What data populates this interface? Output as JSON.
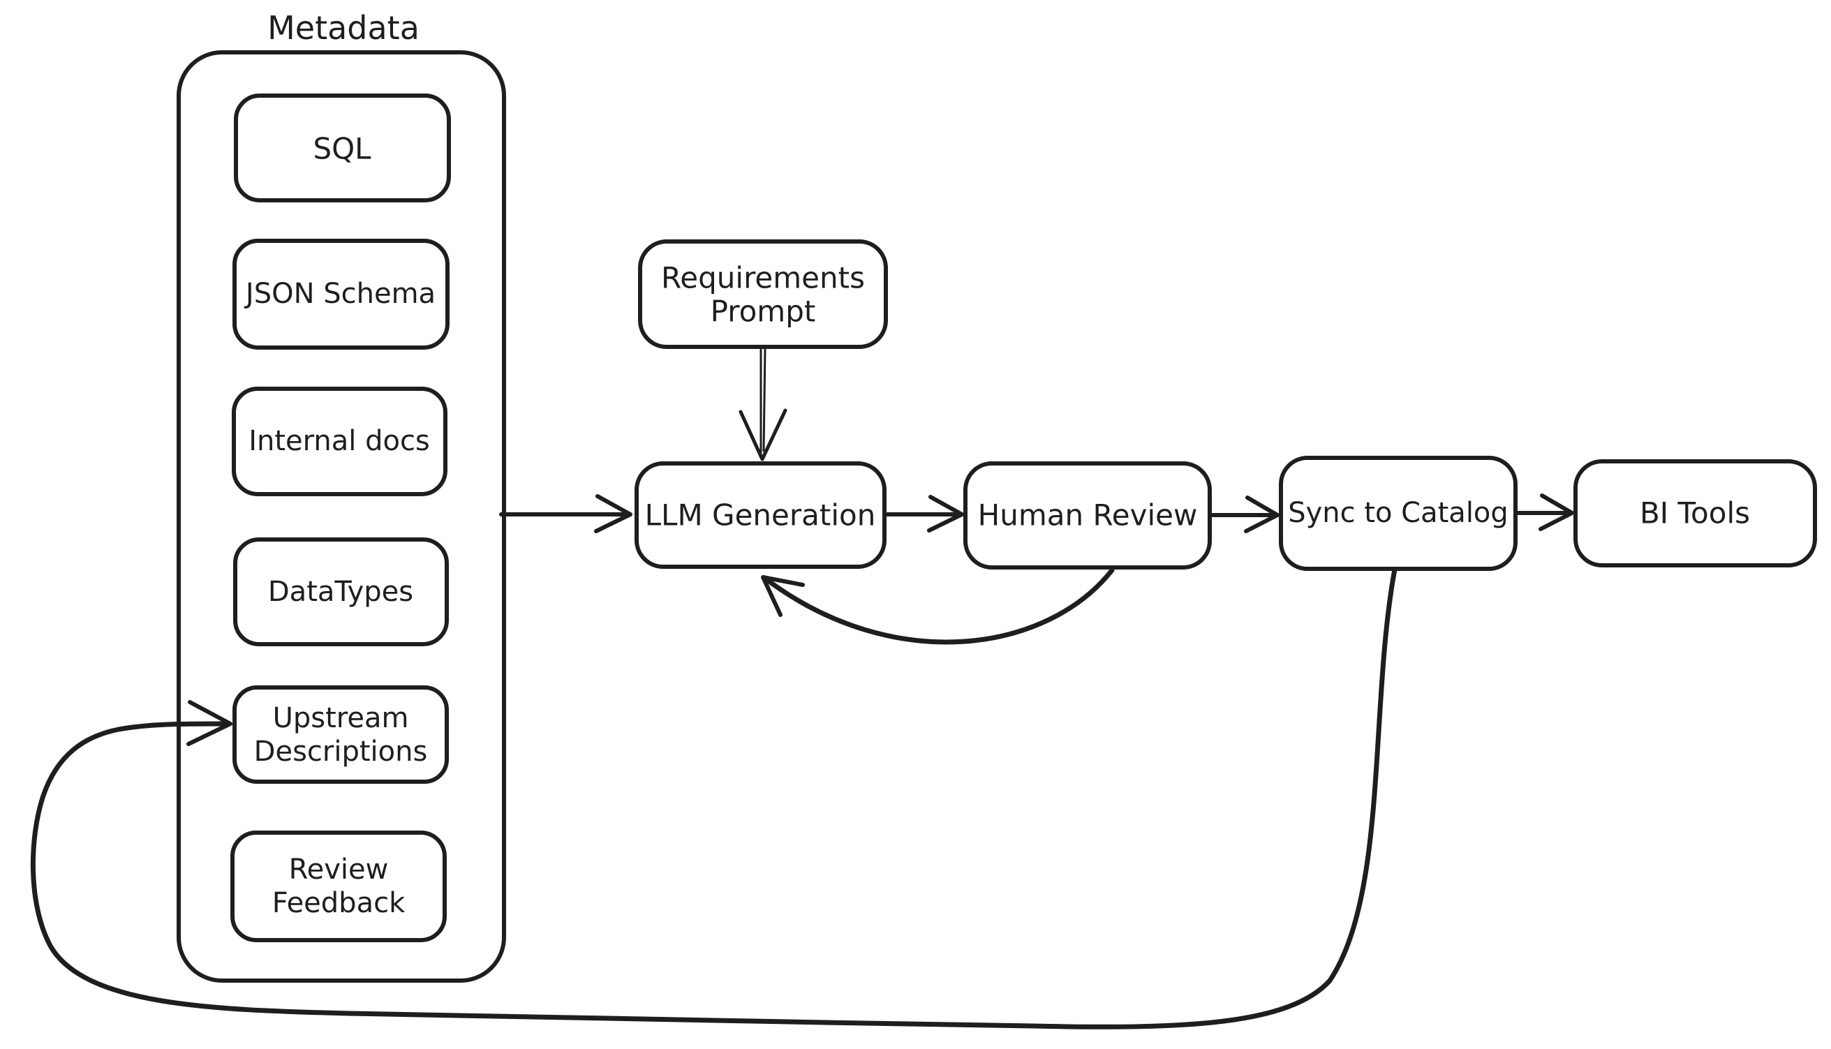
{
  "diagram": {
    "title": "Metadata",
    "colors": {
      "stroke": "#1e1e1e",
      "background": "#ffffff"
    },
    "container": {
      "label": "Metadata",
      "items": [
        "SQL",
        "JSON Schema",
        "Internal docs",
        "DataTypes",
        "Upstream Descriptions",
        "Review Feedback"
      ]
    },
    "nodes": {
      "sql": {
        "label": "SQL"
      },
      "json_schema": {
        "label": "JSON Schema"
      },
      "internal_docs": {
        "label": "Internal docs"
      },
      "datatypes": {
        "label": "DataTypes"
      },
      "upstream": {
        "line1": "Upstream",
        "line2": "Descriptions"
      },
      "review_feedback": {
        "line1": "Review",
        "line2": "Feedback"
      },
      "requirements": {
        "line1": "Requirements",
        "line2": "Prompt"
      },
      "llm": {
        "label": "LLM Generation"
      },
      "human_review": {
        "label": "Human Review"
      },
      "sync": {
        "label": "Sync to Catalog"
      },
      "bi_tools": {
        "label": "BI Tools"
      }
    },
    "edges": [
      {
        "from": "Requirements Prompt",
        "to": "LLM Generation"
      },
      {
        "from": "Metadata",
        "to": "LLM Generation"
      },
      {
        "from": "LLM Generation",
        "to": "Human Review"
      },
      {
        "from": "Human Review",
        "to": "Sync to Catalog"
      },
      {
        "from": "Sync to Catalog",
        "to": "BI Tools"
      },
      {
        "from": "Human Review",
        "to": "LLM Generation"
      },
      {
        "from": "Sync to Catalog",
        "to": "Upstream Descriptions"
      }
    ]
  }
}
